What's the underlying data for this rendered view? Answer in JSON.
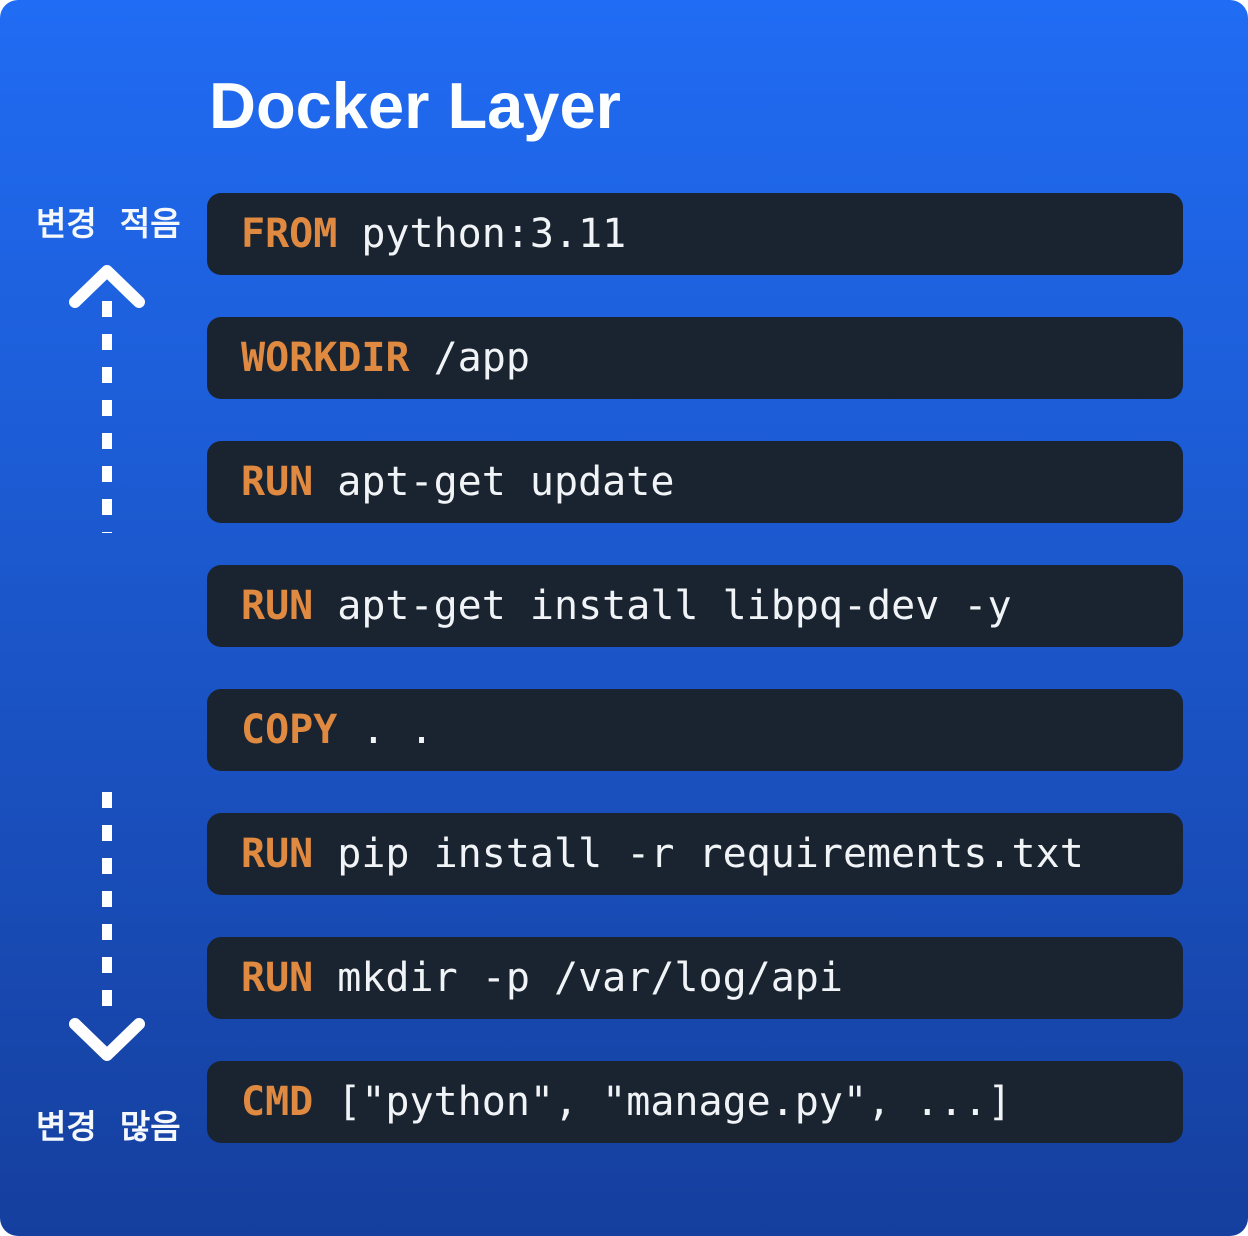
{
  "title": "Docker Layer",
  "annotations": {
    "top_label": "변경 적음",
    "bottom_label": "변경 많음"
  },
  "colors": {
    "bg_top": "#206cf4",
    "bg_mid": "#1b55c8",
    "bg_bottom": "#153f9e",
    "row_bg": "#1a2430",
    "keyword": "#e08940",
    "code_text": "#f1f4f6",
    "annot_text": "#f5f8fb"
  },
  "layers": [
    {
      "keyword": "FROM",
      "args": "python:3.11"
    },
    {
      "keyword": "WORKDIR",
      "args": "/app"
    },
    {
      "keyword": "RUN",
      "args": "apt-get update"
    },
    {
      "keyword": "RUN",
      "args": "apt-get install libpq-dev -y"
    },
    {
      "keyword": "COPY",
      "args": ". ."
    },
    {
      "keyword": "RUN",
      "args": "pip install -r requirements.txt"
    },
    {
      "keyword": "RUN",
      "args": "mkdir -p /var/log/api"
    },
    {
      "keyword": "CMD",
      "args": "[\"python\", \"manage.py\", ...]"
    }
  ]
}
